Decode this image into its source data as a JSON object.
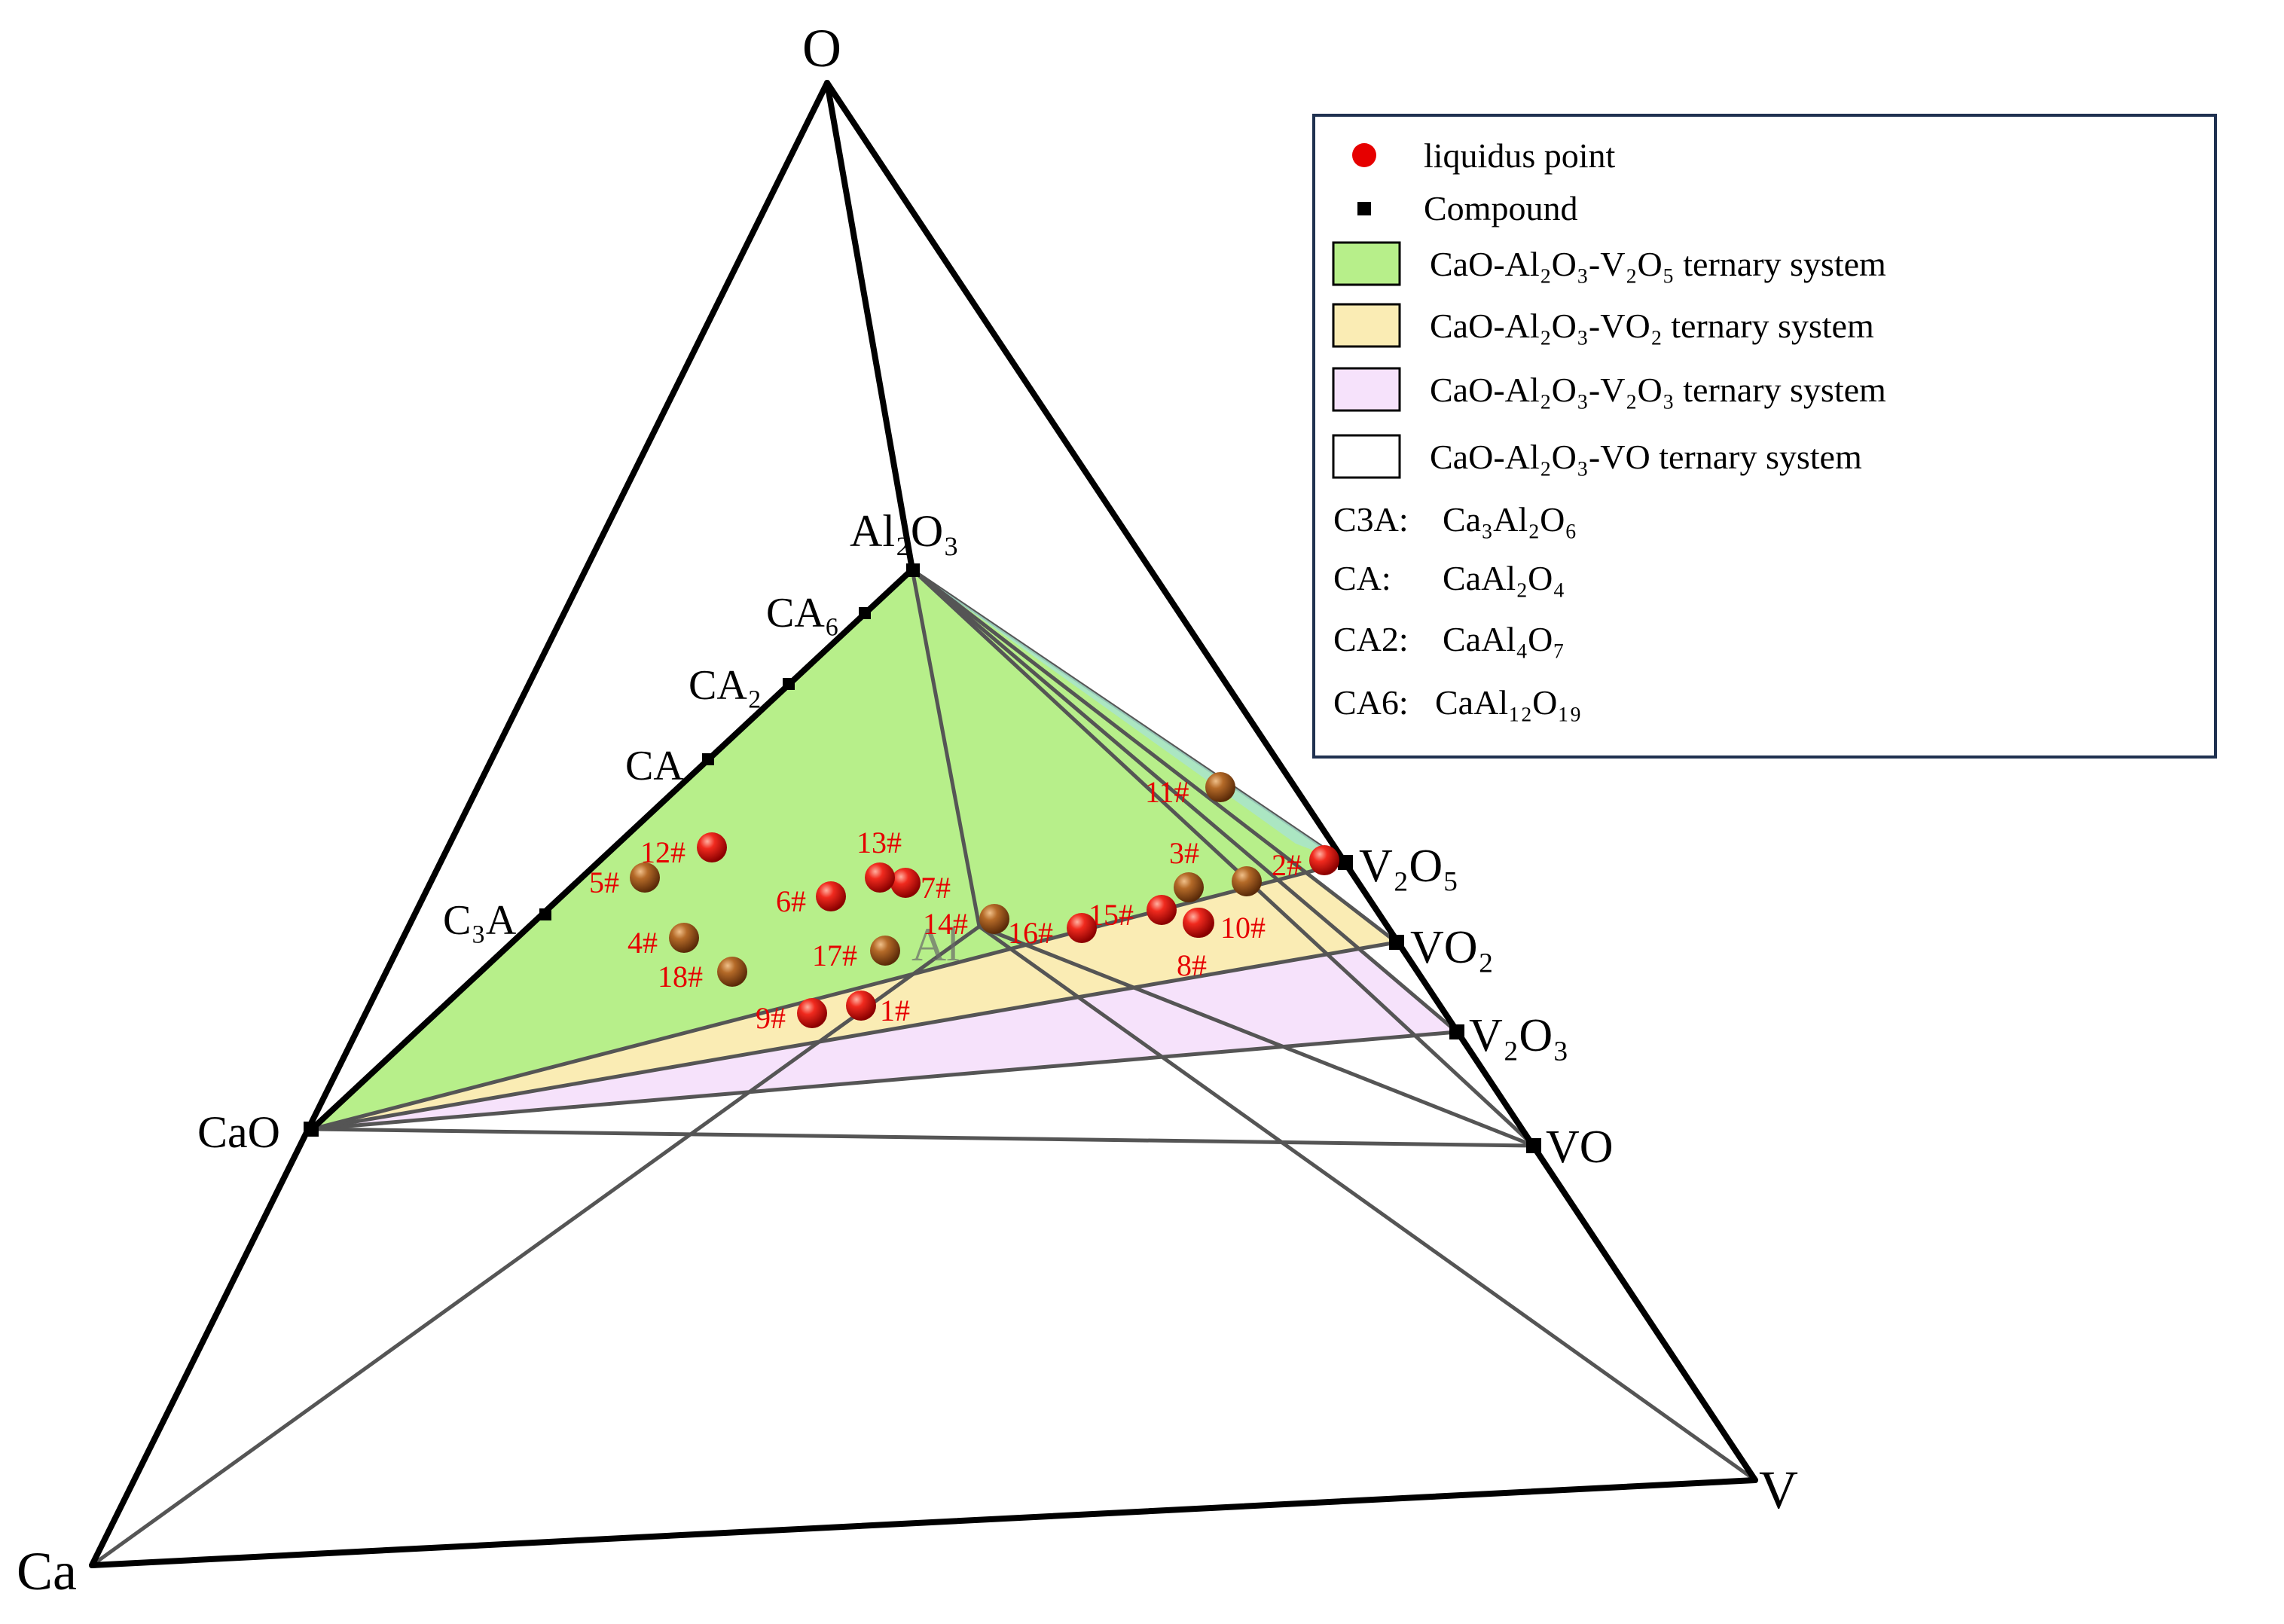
{
  "vertices": {
    "O": "O",
    "Ca": "Ca",
    "V": "V",
    "Al": "Al",
    "Al2O3": "Al₂O₃",
    "CaO": "CaO",
    "V2O5": "V₂O₅",
    "VO2": "VO₂",
    "V2O3": "V₂O₃",
    "VO": "VO"
  },
  "compounds_on_edge": [
    {
      "id": "ca6",
      "label": "CA₆"
    },
    {
      "id": "ca2",
      "label": "CA₂"
    },
    {
      "id": "ca",
      "label": "CA"
    },
    {
      "id": "c3a",
      "label": "C₃A"
    }
  ],
  "sample_points": [
    {
      "label": "1#"
    },
    {
      "label": "2#"
    },
    {
      "label": "3#"
    },
    {
      "label": "4#"
    },
    {
      "label": "5#"
    },
    {
      "label": "6#"
    },
    {
      "label": "7#"
    },
    {
      "label": "8#"
    },
    {
      "label": "9#"
    },
    {
      "label": "10#"
    },
    {
      "label": "11#"
    },
    {
      "label": "12#"
    },
    {
      "label": "13#"
    },
    {
      "label": "14#"
    },
    {
      "label": "15#"
    },
    {
      "label": "16#"
    },
    {
      "label": "17#"
    },
    {
      "label": "18#"
    }
  ],
  "legend": {
    "items": [
      {
        "label": "liquidus point",
        "marker": "red-circle",
        "color": "#e60000"
      },
      {
        "label": "Compound",
        "marker": "black-square",
        "color": "#000000"
      },
      {
        "label": "CaO-Al₂O₃-V₂O₅ ternary system",
        "marker": "swatch",
        "color": "#b7ef8a"
      },
      {
        "label": "CaO-Al₂O₃-VO₂ ternary system",
        "marker": "swatch",
        "color": "#faecb4"
      },
      {
        "label": "CaO-Al₂O₃-V₂O₃ ternary system",
        "marker": "swatch",
        "color": "#f6e2fb"
      },
      {
        "label": "CaO-Al₂O₃-VO ternary system",
        "marker": "swatch",
        "color": "#ffffff"
      }
    ],
    "abbreviations": [
      {
        "abbr": "C3A:",
        "formula": "Ca₃Al₂O₆"
      },
      {
        "abbr": "CA:",
        "formula": "CaAl₂O₄"
      },
      {
        "abbr": "CA2:",
        "formula": "CaAl₄O₇"
      },
      {
        "abbr": "CA6:",
        "formula": "CaAl₁₂O₁₉"
      }
    ]
  },
  "colors": {
    "point_color": "#e60000",
    "outline": "#000000",
    "legend_border": "#1f3150"
  }
}
